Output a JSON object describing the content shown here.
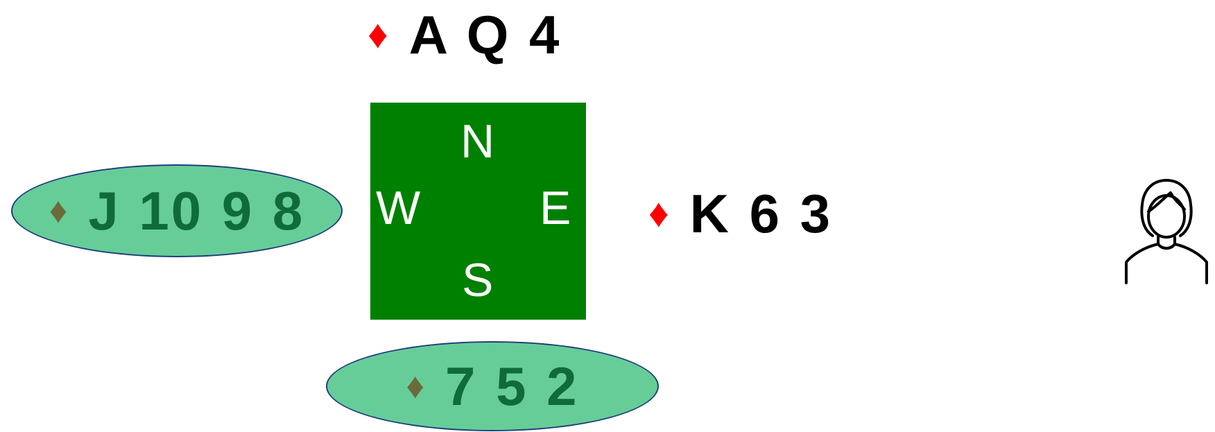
{
  "hands": {
    "north": {
      "suit": "♦",
      "cards": "A Q 4"
    },
    "east": {
      "suit": "♦",
      "cards": "K 6 3"
    },
    "west": {
      "suit": "♦",
      "cards": "J 10 9 8"
    },
    "south": {
      "suit": "♦",
      "cards": "7 5 2"
    }
  },
  "table": {
    "north": "N",
    "west": "W",
    "east": "E",
    "south": "S"
  },
  "colors": {
    "table": "#008000",
    "red_suit": "#ff0000",
    "highlight": "#66cd99",
    "highlight_text": "#0f6b3a",
    "highlight_border": "#1f3f7a"
  },
  "icons": {
    "player": "person-icon"
  }
}
